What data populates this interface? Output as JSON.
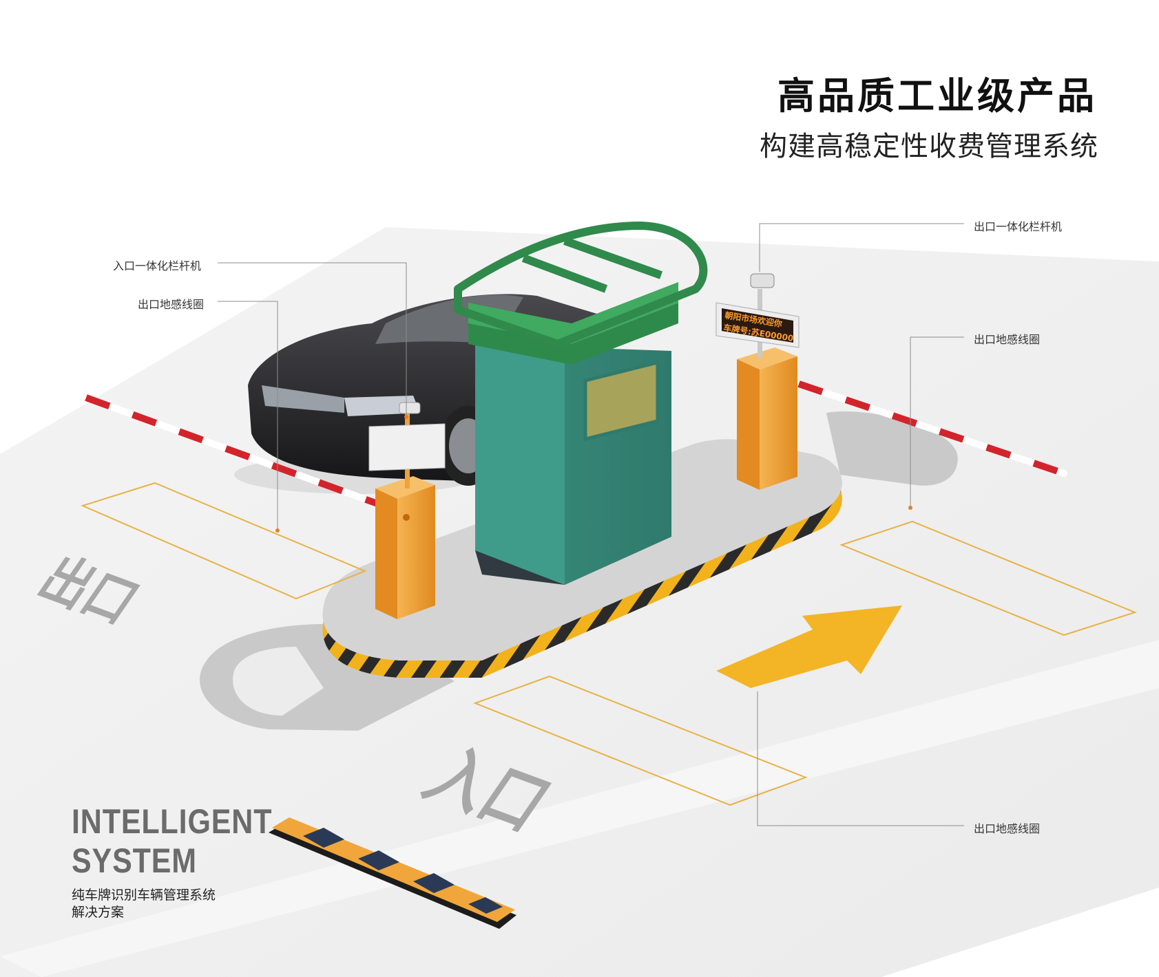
{
  "header": {
    "headline": "高品质工业级产品",
    "subline": "构建高稳定性收费管理系统"
  },
  "callouts": {
    "entry_barrier": "入口一体化栏杆机",
    "entry_loop": "出口地感线圈",
    "exit_barrier": "出口一体化栏杆机",
    "exit_loop_right": "出口地感线圈",
    "exit_loop_bottom": "出口地感线圈"
  },
  "floor_markings": {
    "exit": "出口",
    "entry": "入口"
  },
  "led_display": {
    "line1": "朝阳市场欢迎你",
    "line2": "车牌号:苏E00000"
  },
  "brand": {
    "line1": "INTELLIGENT",
    "line2": "SYSTEM",
    "desc_line1": "纯车牌识别车辆管理系统",
    "desc_line2": "解决方案"
  },
  "colors": {
    "booth_teal": "#3f9c8a",
    "booth_frame": "#2f8a4c",
    "barrier_orange": "#f0a23a",
    "arrow_yellow": "#f3b425",
    "loop_outline": "#e7b247",
    "pole_red": "#d2242a"
  }
}
